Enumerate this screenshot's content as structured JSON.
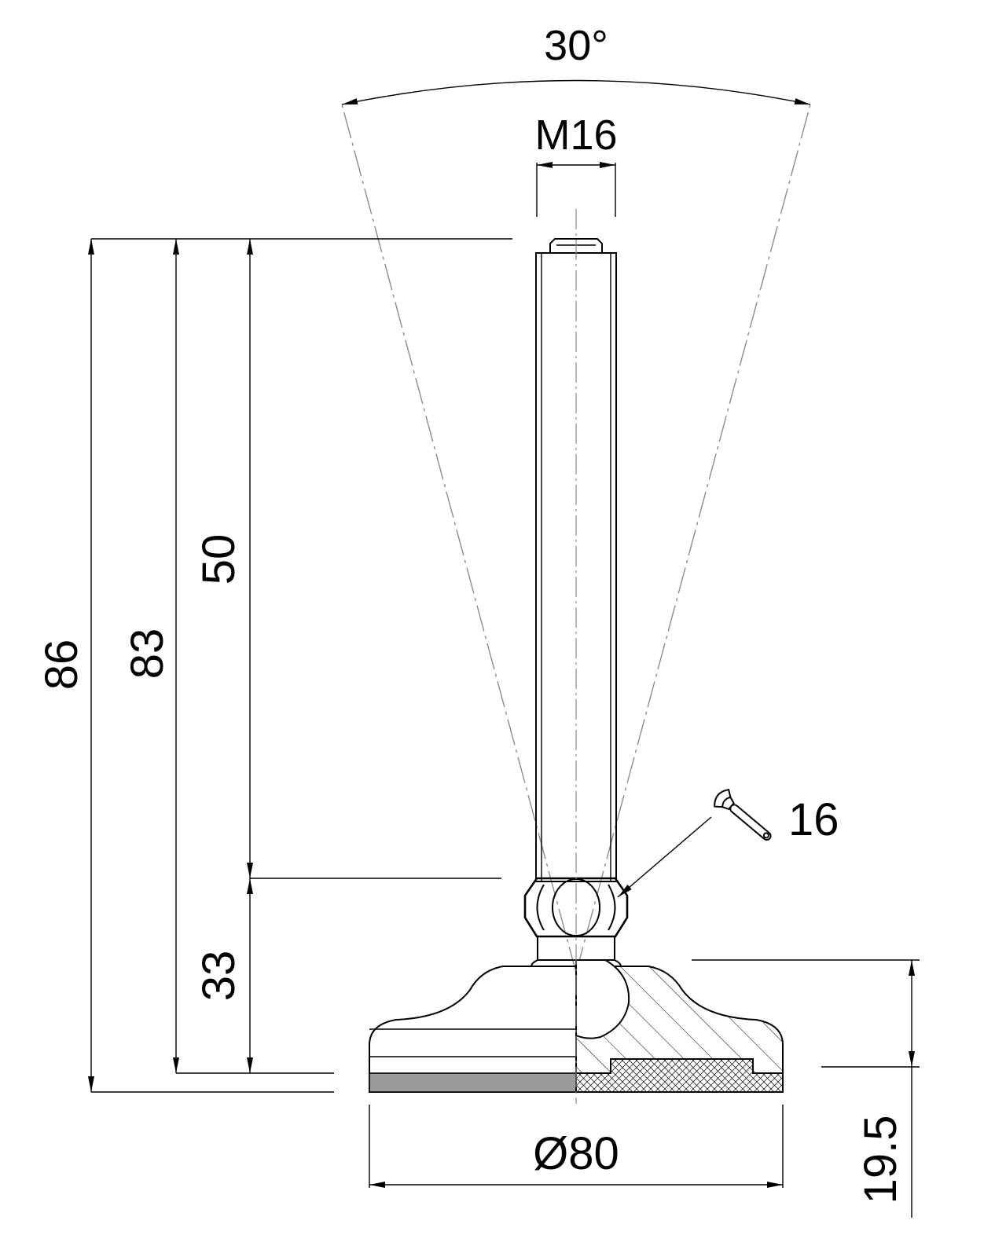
{
  "dimensions": {
    "angle": "30°",
    "thread": "M16",
    "total_height": "86",
    "height_to_pad": "83",
    "thread_length": "50",
    "base_height": "33",
    "wrench_size": "16",
    "base_diameter": "Ø80",
    "foot_height": "19.5"
  },
  "icons": {
    "wrench": "wrench-icon"
  },
  "colors": {
    "ink": "#000000",
    "construction": "#8c8c8c",
    "pad_fill": "#9a9a9a"
  }
}
